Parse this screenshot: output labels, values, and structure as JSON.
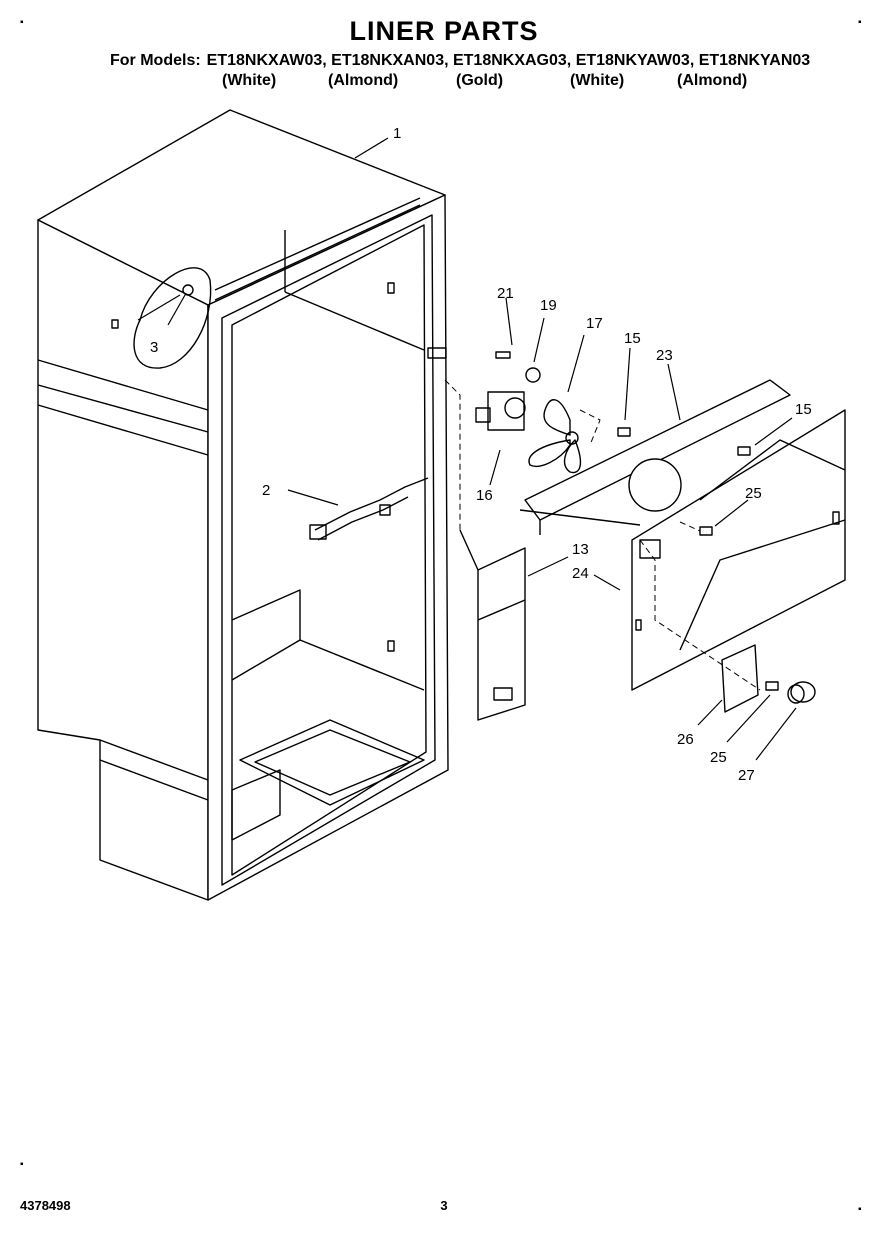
{
  "title": "LINER PARTS",
  "models": {
    "prefix": "For Models:",
    "list": "ET18NKXAW03, ET18NKXAN03, ET18NKXAG03, ET18NKYAW03, ET18NKYAN03",
    "colors": [
      "(White)",
      "(Almond)",
      "(Gold)",
      "(White)",
      "(Almond)"
    ]
  },
  "callouts": [
    "1",
    "3",
    "2",
    "21",
    "19",
    "17",
    "15",
    "23",
    "15",
    "16",
    "25",
    "13",
    "24",
    "26",
    "25",
    "27"
  ],
  "footer": {
    "doc_number": "4378498",
    "page": "3"
  }
}
